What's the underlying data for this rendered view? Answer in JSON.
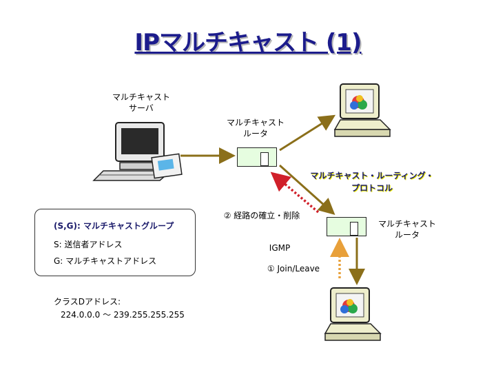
{
  "title": "IPマルチキャスト (1)",
  "server_label": "マルチキャスト\nサーバ",
  "router_label_top": "マルチキャスト\nルータ",
  "router_label_right": "マルチキャスト\nルータ",
  "protocol_label": "マルチキャスト・ルーティング・\nプロトコル",
  "route_label": "② 経路の確立・削除",
  "igmp_label": "IGMP",
  "join_label": "① Join/Leave",
  "legend": {
    "heading": "(S,G): マルチキャストグループ",
    "s_line": "S: 送信者アドレス",
    "g_line": "G: マルチキャストアドレス"
  },
  "class_d": {
    "line1": "クラスDアドレス:",
    "line2": "224.0.0.0 〜 239.255.255.255"
  },
  "colors": {
    "title": "#1c1c8c",
    "brown_line": "#8b6f1a",
    "red_dots": "#d0202a",
    "orange_dots": "#e8a03a",
    "router_fill": "#e6fde0"
  }
}
